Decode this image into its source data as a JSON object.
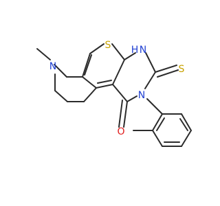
{
  "molecule": {
    "atoms": {
      "thiophene_s": {
        "label": "S",
        "color": "#c8a200"
      },
      "nh": {
        "label": "H",
        "sub_label": "N",
        "color": "#1f3fd1"
      },
      "thione_s": {
        "label": "S",
        "color": "#c8a200"
      },
      "amide_n": {
        "label": "N",
        "color": "#1f3fd1"
      },
      "carbonyl_o": {
        "label": "O",
        "color": "#e01b1b"
      },
      "piperidine_n": {
        "label": "N",
        "color": "#1f3fd1"
      }
    },
    "bond_color": "#2b2b2b"
  }
}
